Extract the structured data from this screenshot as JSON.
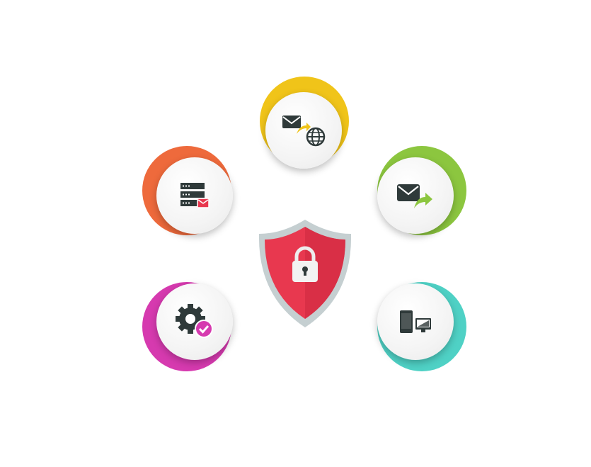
{
  "diagram": {
    "center": {
      "icon": "shield-lock-icon",
      "shield_color": "#E8384F",
      "border_color": "#C5CFD1"
    },
    "nodes": [
      {
        "id": "top",
        "icon": "email-to-globe-icon",
        "color": "#F0C419"
      },
      {
        "id": "upper-left",
        "icon": "mail-server-icon",
        "color": "#EE6A3C"
      },
      {
        "id": "upper-right",
        "icon": "forward-email-icon",
        "color": "#8CC63F"
      },
      {
        "id": "lower-left",
        "icon": "gear-check-icon",
        "color": "#D63AAF"
      },
      {
        "id": "lower-right",
        "icon": "devices-icon",
        "color": "#4FD1C5"
      }
    ],
    "icon_color": "#2F3A3A"
  }
}
